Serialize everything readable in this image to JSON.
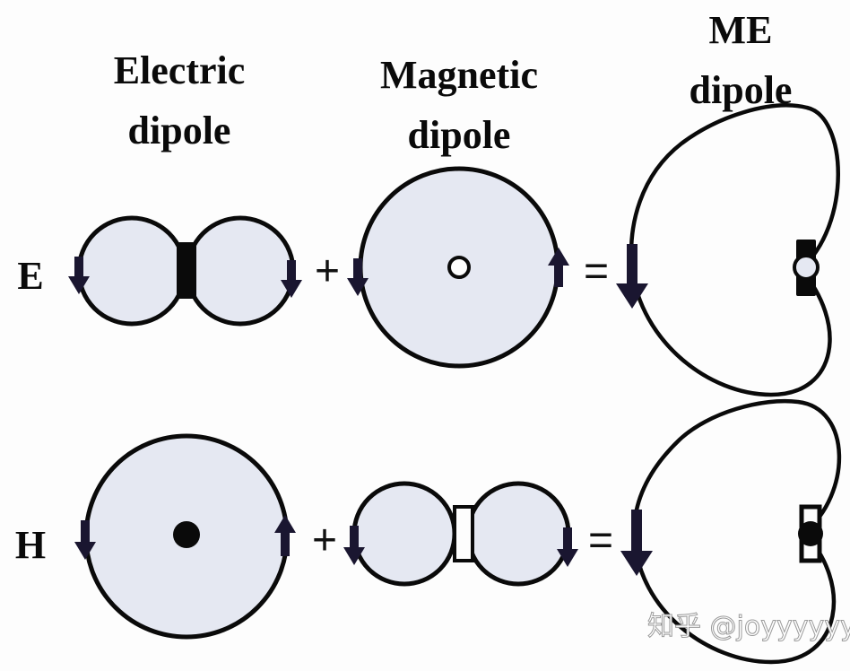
{
  "colors": {
    "lobe_fill": "#e5e8f2",
    "line": "#0a0a0a",
    "arrow": "#1a1630",
    "background": "#fdfdfd"
  },
  "headers": {
    "electric": [
      "Electric",
      "dipole"
    ],
    "magnetic": [
      "Magnetic",
      "dipole"
    ],
    "me": [
      "ME",
      "dipole"
    ]
  },
  "rows": [
    {
      "label": "E",
      "operators": [
        "+",
        "="
      ],
      "electric_dipole": {
        "source": "filled-bar",
        "arrows": [
          "down",
          "down"
        ]
      },
      "magnetic_dipole": {
        "source": "open-circle",
        "arrows": [
          "down",
          "up"
        ]
      },
      "me_dipole": {
        "source": "filled-bar-with-open-circle",
        "arrows": [
          "down"
        ]
      }
    },
    {
      "label": "H",
      "operators": [
        "+",
        "="
      ],
      "electric_dipole": {
        "source": "filled-dot",
        "arrows": [
          "down",
          "up"
        ]
      },
      "magnetic_dipole": {
        "source": "open-bar",
        "arrows": [
          "down",
          "down"
        ]
      },
      "me_dipole": {
        "source": "open-bar-with-filled-dot",
        "arrows": [
          "down"
        ]
      }
    }
  ],
  "watermark": "知乎 @joyyyyyy"
}
